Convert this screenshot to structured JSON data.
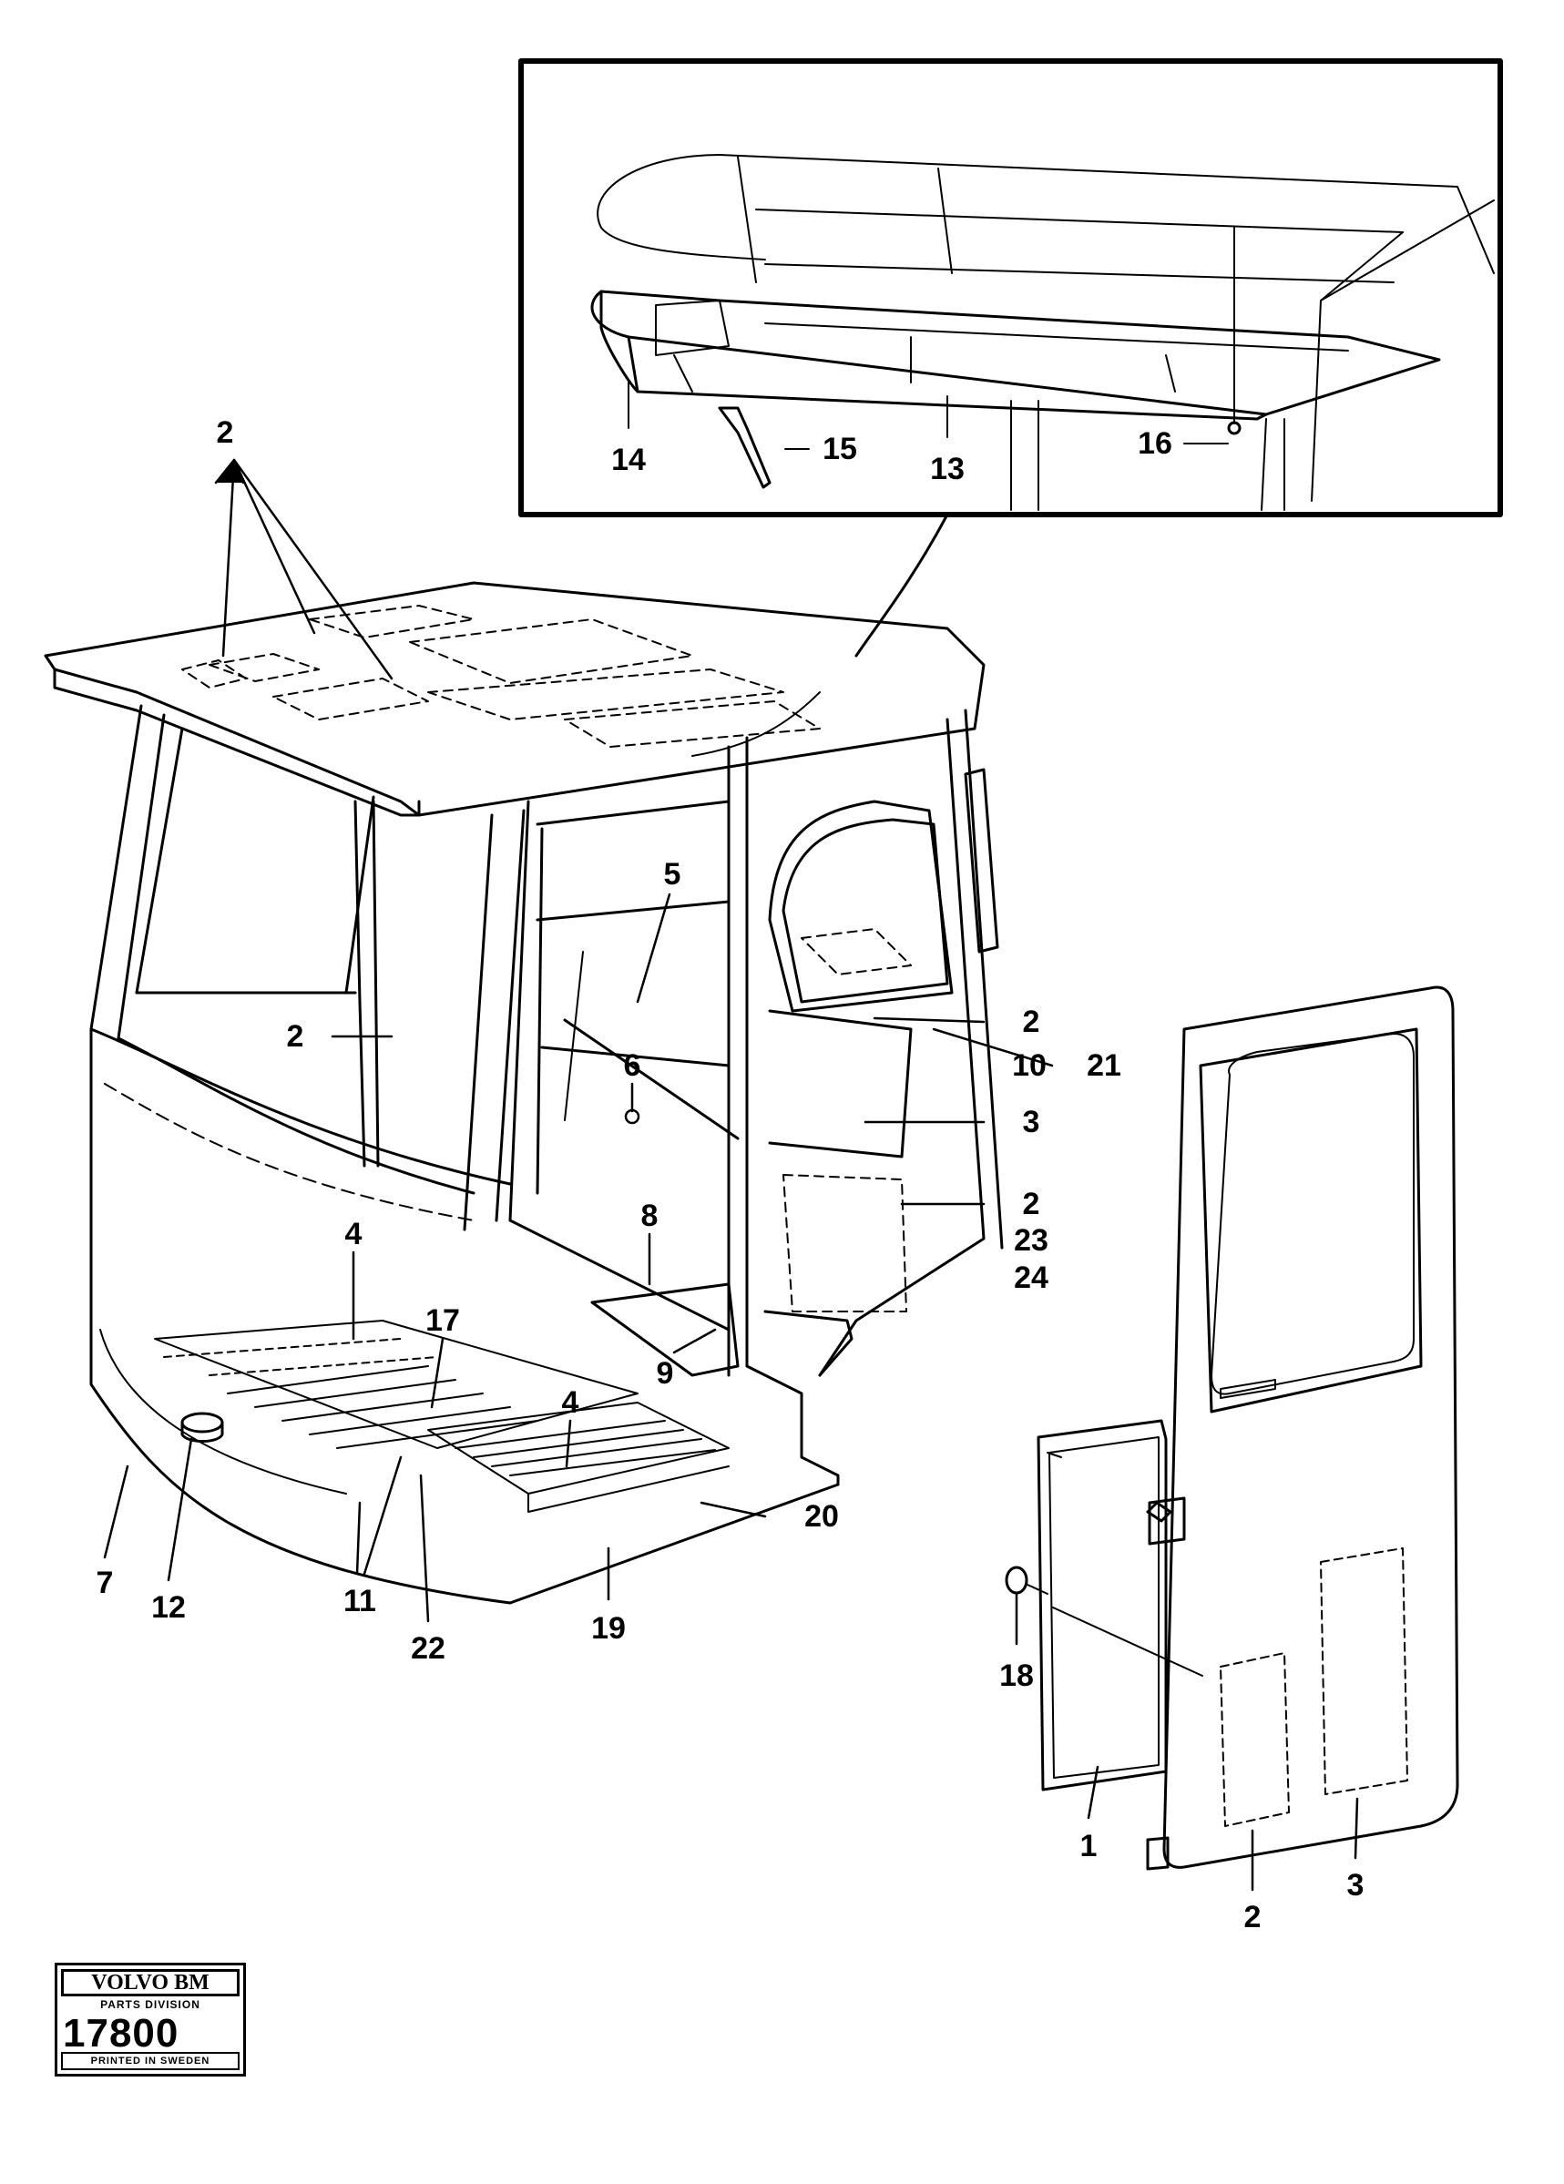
{
  "callouts": [
    "1",
    "2",
    "3",
    "4",
    "5",
    "6",
    "7",
    "8",
    "9",
    "10",
    "11",
    "12",
    "13",
    "14",
    "15",
    "16",
    "17",
    "18",
    "19",
    "20",
    "21",
    "22",
    "23",
    "24"
  ],
  "labels": {
    "l2_roof": "2",
    "l2_left": "2",
    "l2_right_top": "2",
    "l2_right_mid": "2",
    "l23": "23",
    "l24": "24",
    "l10": "10",
    "l21": "21",
    "l3_right": "3",
    "l5": "5",
    "l6": "6",
    "l8": "8",
    "l9": "9",
    "l4_left": "4",
    "l4_right": "4",
    "l17": "17",
    "l7": "7",
    "l12": "12",
    "l11": "11",
    "l22": "22",
    "l19": "19",
    "l20": "20",
    "l14": "14",
    "l15": "15",
    "l13": "13",
    "l16": "16",
    "l18": "18",
    "l1": "1",
    "l2_door": "2",
    "l3_door": "3"
  },
  "stamp": {
    "brand": "VOLVO BM",
    "division": "PARTS DIVISION",
    "number": "17800",
    "printed": "PRINTED IN SWEDEN"
  },
  "colors": {
    "ink": "#000000",
    "paper": "#ffffff"
  }
}
